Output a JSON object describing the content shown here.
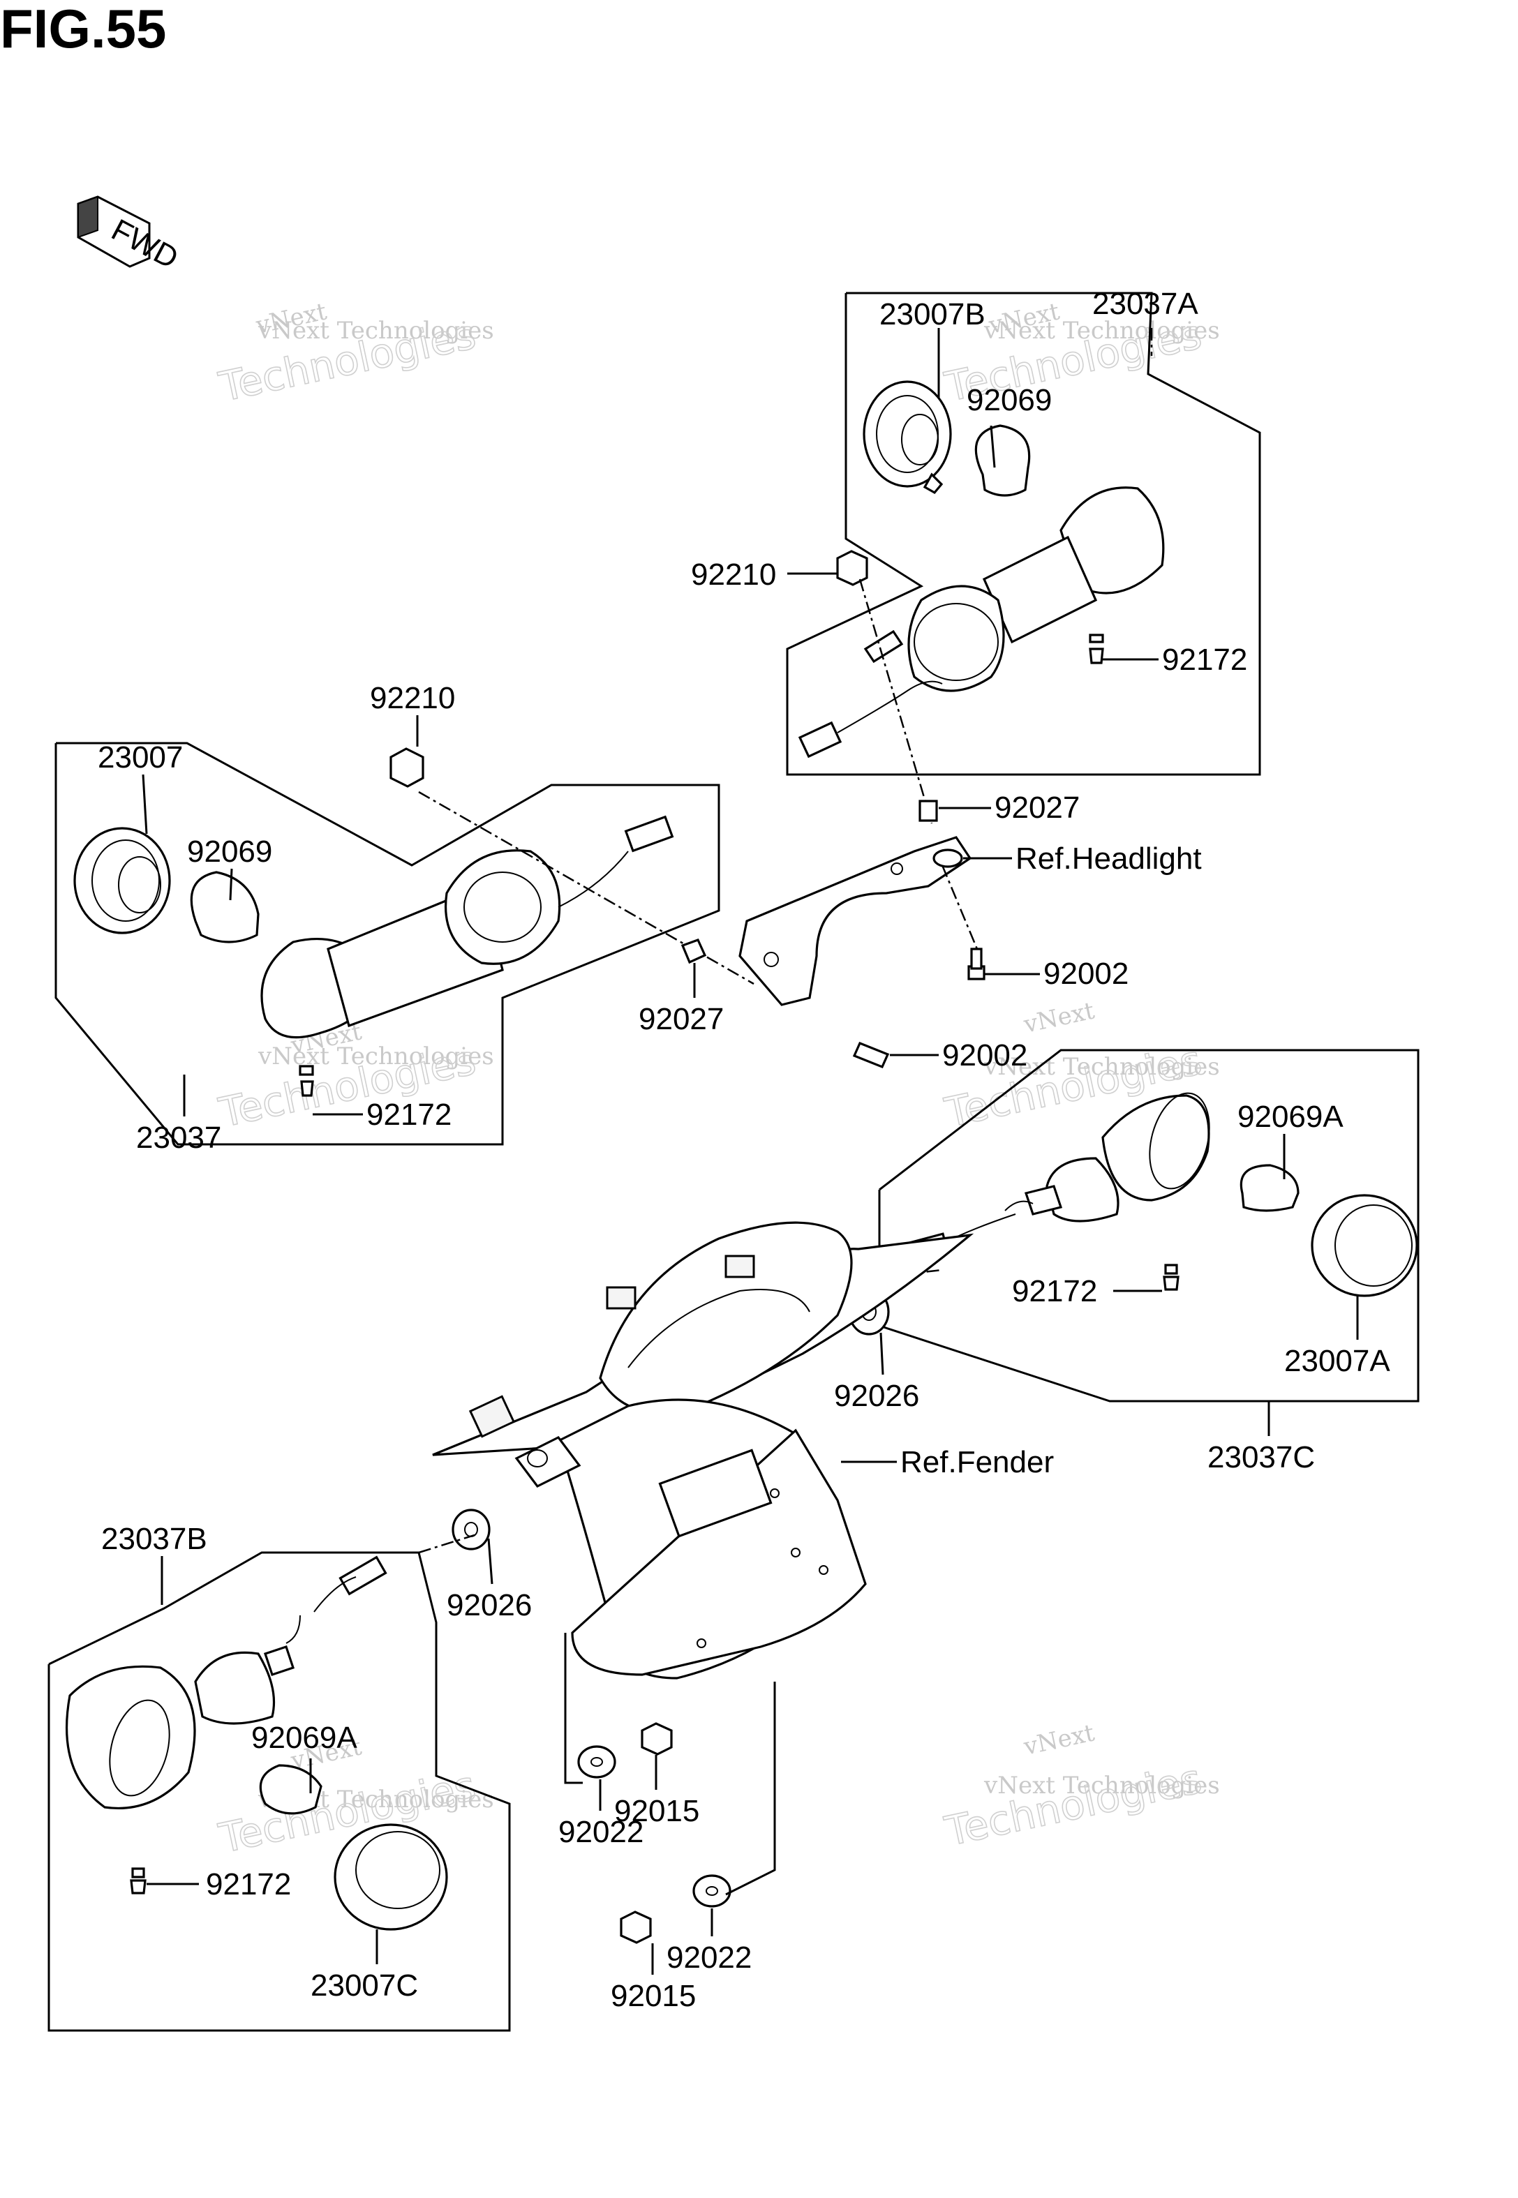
{
  "figure": {
    "title": "FIG.55",
    "fwd_label": "FWD"
  },
  "watermark": {
    "line1": "vNext Technologies",
    "line2": "vNext",
    "line3": "Technologies"
  },
  "labels": {
    "p23007B": "23007B",
    "p23037A": "23037A",
    "p92069_top": "92069",
    "p92210_top": "92210",
    "p92172_top": "92172",
    "p92210_mid": "92210",
    "p23007": "23007",
    "p92069_left": "92069",
    "p92027_right": "92027",
    "ref_headlight": "Ref.Headlight",
    "p92002_a": "92002",
    "p92027_left": "92027",
    "p92002_b": "92002",
    "p92172_left": "92172",
    "p23037": "23037",
    "p92069A_right": "92069A",
    "p92172_right": "92172",
    "p23007A": "23007A",
    "p92026_right": "92026",
    "ref_fender": "Ref.Fender",
    "p23037C": "23037C",
    "p23037B": "23037B",
    "p92026_left": "92026",
    "p92069A_left": "92069A",
    "p92172_bl": "92172",
    "p23007C": "23007C",
    "p92022_a": "92022",
    "p92015_a": "92015",
    "p92022_b": "92022",
    "p92015_b": "92015"
  }
}
